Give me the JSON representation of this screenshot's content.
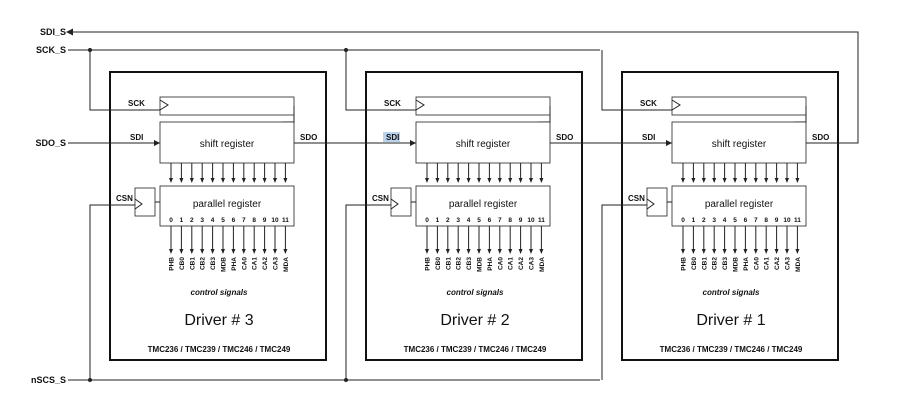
{
  "signals": {
    "sdi_s": "SDI_S",
    "sck_s": "SCK_S",
    "sdo_s": "SDO_S",
    "nscs_s": "nSCS_S"
  },
  "pins": {
    "sck": "SCK",
    "sdi": "SDI",
    "sdo": "SDO",
    "csn": "CSN"
  },
  "shift_register_label": "shift register",
  "parallel_register_label": "parallel register",
  "bit_numbers": [
    "0",
    "1",
    "2",
    "3",
    "4",
    "5",
    "6",
    "7",
    "8",
    "9",
    "10",
    "11"
  ],
  "outputs": [
    "PHB",
    "CB0",
    "CB1",
    "CB2",
    "CB3",
    "MDB",
    "PHA",
    "CA0",
    "CA1",
    "CA2",
    "CA3",
    "MDA"
  ],
  "control_signals_label": "control signals",
  "chip_list": "TMC236 / TMC239 / TMC246 / TMC249",
  "drivers": [
    {
      "name": "Driver # 3"
    },
    {
      "name": "Driver # 2"
    },
    {
      "name": "Driver # 1"
    }
  ],
  "highlight_color": "#b9d3ee"
}
